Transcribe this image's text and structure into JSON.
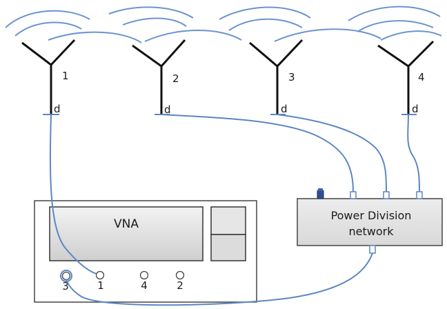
{
  "antennas": [
    {
      "number": "1",
      "tap_label": "d"
    },
    {
      "number": "2",
      "tap_label": "d"
    },
    {
      "number": "3",
      "tap_label": "d"
    },
    {
      "number": "4",
      "tap_label": "d"
    }
  ],
  "vna": {
    "title": "VNA",
    "ports": [
      "3",
      "1",
      "4",
      "2"
    ]
  },
  "power_division": {
    "line1": "Power Division",
    "line2": "network"
  },
  "colors": {
    "cable": "#5b86c4",
    "wave": "#6b93d0",
    "antenna": "#111111",
    "box_fill": "#e4e4e4",
    "box_stroke": "#444444",
    "connector_dark": "#2e4f8c"
  }
}
